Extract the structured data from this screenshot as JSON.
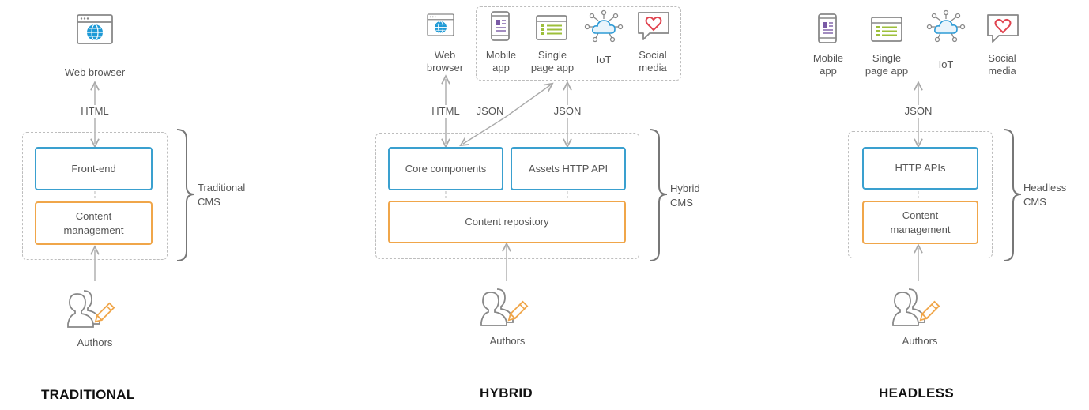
{
  "traditional": {
    "title": "TRADITIONAL",
    "web_browser": "Web browser",
    "html": "HTML",
    "front_end": "Front-end",
    "content_management": [
      "Content",
      "management"
    ],
    "cms_label": [
      "Traditional",
      "CMS"
    ],
    "authors": "Authors"
  },
  "hybrid": {
    "title": "HYBRID",
    "web_browser": [
      "Web",
      "browser"
    ],
    "mobile_app": [
      "Mobile",
      "app"
    ],
    "single_page_app": [
      "Single",
      "page app"
    ],
    "iot": "IoT",
    "social_media": [
      "Social",
      "media"
    ],
    "html": "HTML",
    "json_diag": "JSON",
    "json": "JSON",
    "core_components": "Core components",
    "assets_api": "Assets HTTP API",
    "content_repository": "Content repository",
    "cms_label": [
      "Hybrid",
      "CMS"
    ],
    "authors": "Authors"
  },
  "headless": {
    "title": "HEADLESS",
    "mobile_app": [
      "Mobile",
      "app"
    ],
    "single_page_app": [
      "Single",
      "page app"
    ],
    "iot": "IoT",
    "social_media": [
      "Social",
      "media"
    ],
    "json": "JSON",
    "http_apis": "HTTP APIs",
    "content_management": [
      "Content",
      "management"
    ],
    "cms_label": [
      "Headless",
      "CMS"
    ],
    "authors": "Authors"
  },
  "colors": {
    "blue": "#3aa0cf",
    "orange": "#f0a64a",
    "gray": "#9e9e9e",
    "icon_purple": "#7a5aa6",
    "icon_green": "#9dbf3a",
    "icon_red": "#e0434f"
  }
}
